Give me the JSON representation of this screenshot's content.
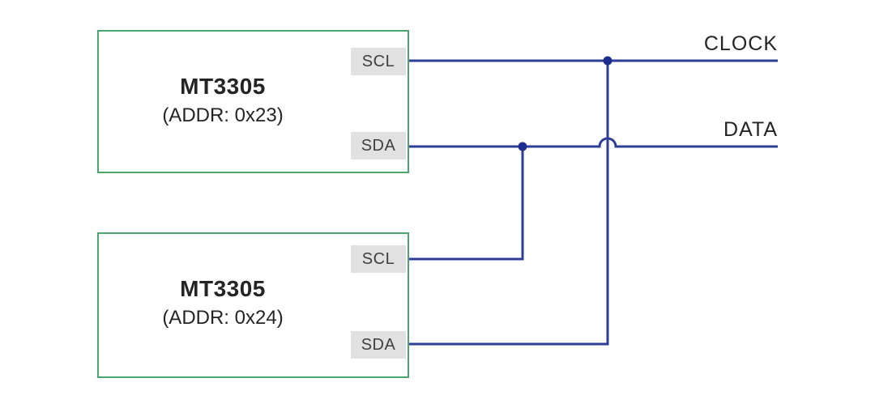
{
  "diagram": {
    "devices": [
      {
        "name": "MT3305",
        "address_label": "(ADDR: 0x23)",
        "pins": [
          {
            "label": "SCL"
          },
          {
            "label": "SDA"
          }
        ]
      },
      {
        "name": "MT3305",
        "address_label": "(ADDR: 0x24)",
        "pins": [
          {
            "label": "SCL"
          },
          {
            "label": "SDA"
          }
        ]
      }
    ],
    "buses": [
      {
        "label": "CLOCK"
      },
      {
        "label": "DATA"
      }
    ]
  },
  "colors": {
    "bg": "#ffffff",
    "wire": "#2e3d96",
    "junction": "#1e2e90",
    "device-border": "#4aa56e",
    "pin-bg": "#e1e1e1",
    "pin-text": "#404040",
    "text": "#242424"
  }
}
